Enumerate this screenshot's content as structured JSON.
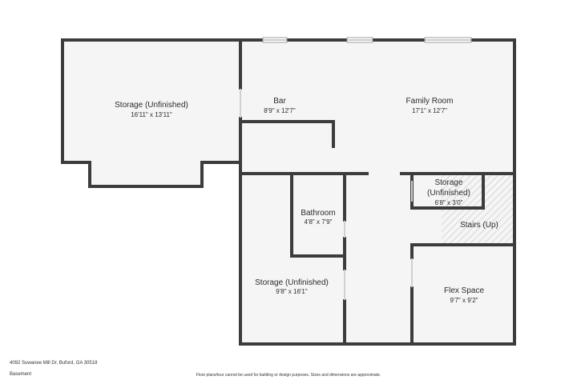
{
  "plan": {
    "rooms": [
      {
        "id": "storage-west",
        "name": "Storage (Unfinished)",
        "dims": "16'11\" x 13'11\""
      },
      {
        "id": "bar",
        "name": "Bar",
        "dims": "8'9\" x 12'7\""
      },
      {
        "id": "family-room",
        "name": "Family Room",
        "dims": "17'1\" x 12'7\""
      },
      {
        "id": "bathroom",
        "name": "Bathroom",
        "dims": "4'8\" x 7'9\""
      },
      {
        "id": "storage-small",
        "name": "Storage",
        "name2": "(Unfinished)",
        "dims": "6'8\" x 3'0\""
      },
      {
        "id": "stairs",
        "name": "Stairs (Up)",
        "dims": ""
      },
      {
        "id": "storage-south",
        "name": "Storage (Unfinished)",
        "dims": "9'8\" x 16'1\""
      },
      {
        "id": "flex-space",
        "name": "Flex Space",
        "dims": "9'7\" x 9'2\""
      }
    ],
    "colors": {
      "wall": "#3c3c3c",
      "floor": "#f5f5f5",
      "window": "#c9c9c9",
      "stairs_hatch": "#bdbdbd"
    }
  },
  "footer": {
    "address": "4092 Suwanee Mill Dr, Buford, GA 30518",
    "level": "Basement",
    "disclaimer": "Floor plans/tour cannot be used for building or design purposes. Sizes and dimensions are approximate."
  }
}
